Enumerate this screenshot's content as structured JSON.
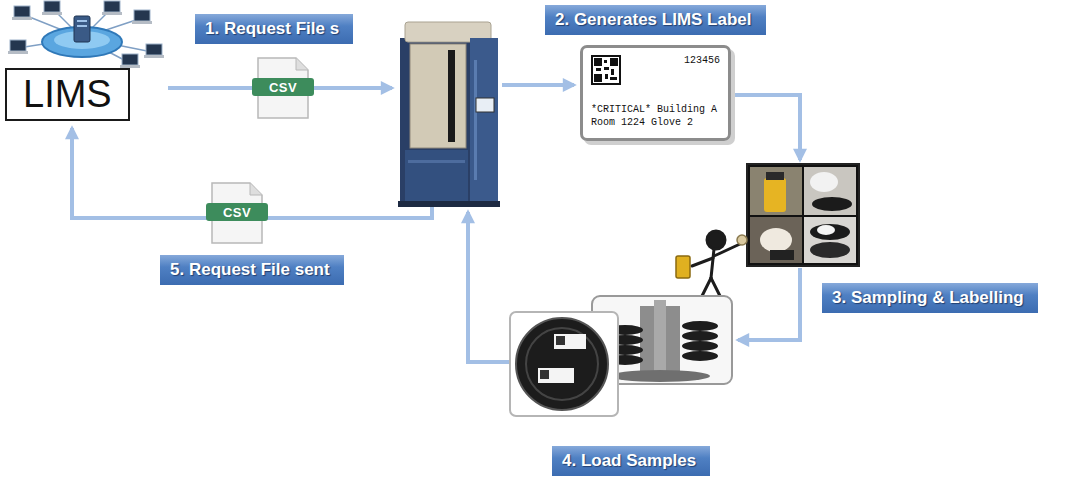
{
  "diagram": {
    "nodes": [
      {
        "text": [
          "LIMS"
        ]
      },
      {
        "text": [
          "123456",
          "*CRITICAL* Building A Room 1224 Glove 2"
        ]
      }
    ],
    "labels": [
      "1. Request File s",
      "CSV",
      "2. Generates LIMS Label",
      "3. Sampling & Labelling",
      "CSV",
      "5. Request File sent",
      "4. Load Samples"
    ]
  }
}
